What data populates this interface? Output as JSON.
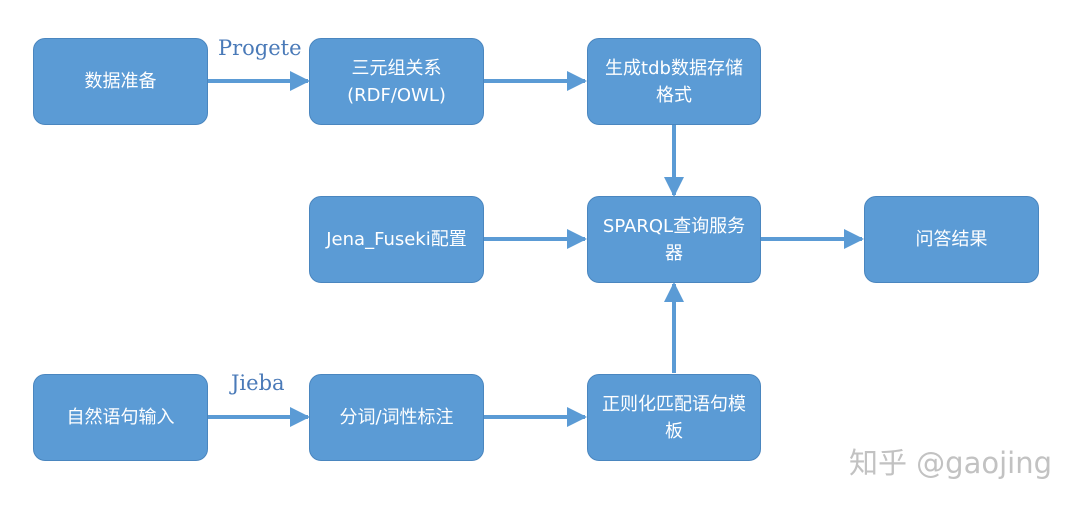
{
  "nodes": {
    "data_prep": "数据准备",
    "triples": "三元组关系\n(RDF/OWL)",
    "tdb": "生成tdb数据存储\n格式",
    "jena": "Jena_Fuseki配置",
    "sparql": "SPARQL查询服务器",
    "result": "问答结果",
    "nl_input": "自然语句输入",
    "segment": "分词/词性标注",
    "regex": "正则化匹配语句模\n板"
  },
  "edge_labels": {
    "progete": "Progete",
    "jieba": "Jieba"
  },
  "watermark": "知乎 @gaojing",
  "colors": {
    "box_fill": "#5b9bd5",
    "box_border": "#4a86bf",
    "arrow": "#5b9bd5",
    "label": "#4a7ab8"
  }
}
